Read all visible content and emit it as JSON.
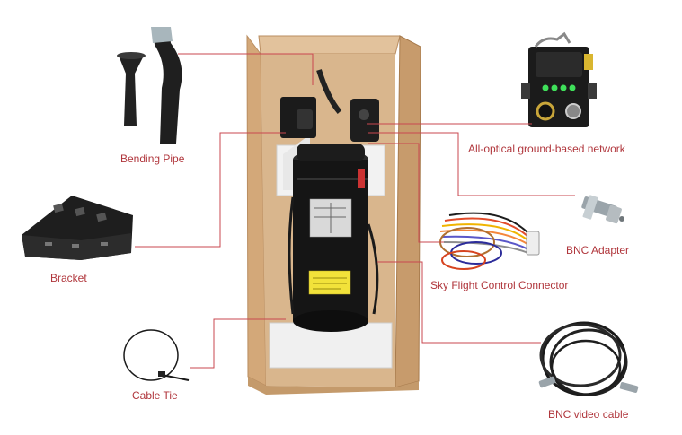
{
  "labels": {
    "bending_pipe": "Bending Pipe",
    "bracket": "Bracket",
    "cable_tie": "Cable Tie",
    "ground_network": "All-optical ground-based network",
    "bnc_adapter": "BNC Adapter",
    "sky_flight_connector": "Sky Flight Control Connector",
    "bnc_video_cable": "BNC video cable"
  },
  "colors": {
    "leader_line": "#c9474f",
    "label_text": "#b0363c",
    "cardboard": "#d8b48a",
    "cardboard_dark": "#b98d60",
    "foam": "#f2f2f2",
    "device_body": "#151515",
    "warning_label": "#f2e23a"
  },
  "icons": {
    "bending_pipe": "bending-pipe-icon",
    "bracket": "bracket-icon",
    "cable_tie": "cable-tie-icon",
    "ground_network": "network-module-icon",
    "bnc_adapter": "bnc-adapter-icon",
    "sky_flight_connector": "wire-harness-icon",
    "bnc_video_cable": "coil-cable-icon"
  }
}
